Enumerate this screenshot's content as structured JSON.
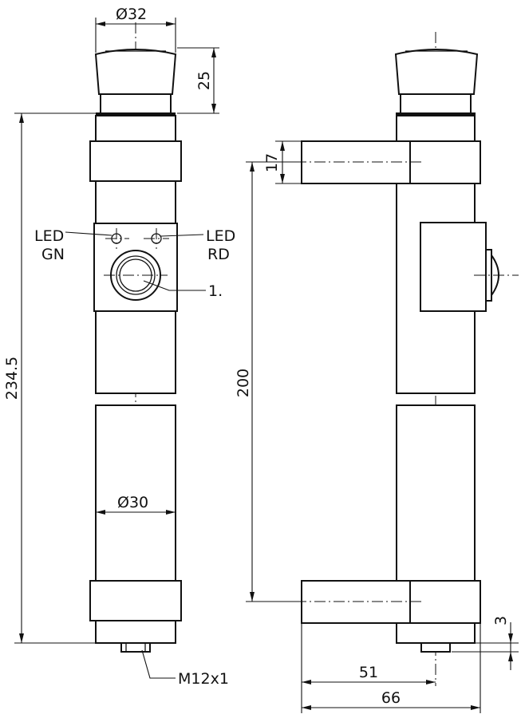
{
  "dimensions": {
    "cap_diameter": "Ø32",
    "cap_height": "25",
    "overall_length": "234.5",
    "tube_diameter": "Ø30",
    "bracket_thickness": "17",
    "bracket_spacing": "200",
    "connector_offset": "3",
    "axis_offset": "51",
    "total_depth": "66"
  },
  "labels": {
    "led_left_top": "LED",
    "led_left_bottom": "GN",
    "led_right_top": "LED",
    "led_right_bottom": "RD",
    "button_callout": "1.",
    "connector_thread": "M12x1"
  }
}
